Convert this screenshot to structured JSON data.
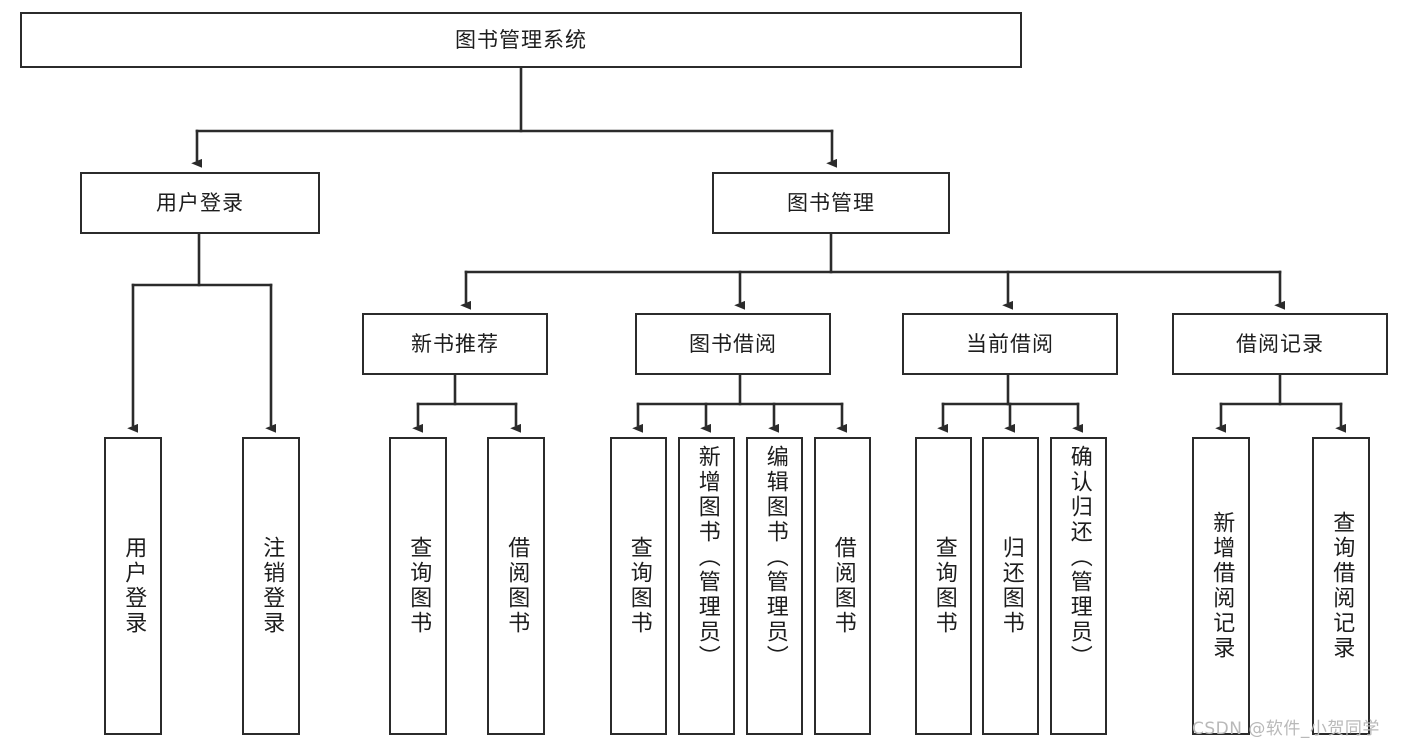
{
  "diagram": {
    "type": "tree",
    "title": "图书管理系统",
    "watermark": "CSDN @软件_小贺同学",
    "colors": {
      "box_border": "#2b2b2b",
      "box_fill": "#ffffff",
      "edge": "#2b2b2b",
      "text": "#1d1d1d",
      "watermark": "#b9b9b9",
      "background": "#ffffff"
    },
    "root": {
      "id": "root",
      "label": "图书管理系统"
    },
    "level2": [
      {
        "id": "user-login",
        "label": "用户登录"
      },
      {
        "id": "book-manage",
        "label": "图书管理"
      }
    ],
    "level3": [
      {
        "id": "new-book-recommend",
        "label": "新书推荐",
        "parent": "book-manage"
      },
      {
        "id": "book-borrow",
        "label": "图书借阅",
        "parent": "book-manage"
      },
      {
        "id": "current-borrow",
        "label": "当前借阅",
        "parent": "book-manage"
      },
      {
        "id": "borrow-record",
        "label": "借阅记录",
        "parent": "book-manage"
      }
    ],
    "leaves": {
      "user_login": [
        {
          "id": "leaf-user-login",
          "label": "用户登录"
        },
        {
          "id": "leaf-user-logout",
          "label": "注销登录"
        }
      ],
      "new_book_recommend": [
        {
          "id": "leaf-query-book-1",
          "label": "查询图书"
        },
        {
          "id": "leaf-borrow-book-1",
          "label": "借阅图书"
        }
      ],
      "book_borrow": [
        {
          "id": "leaf-query-book-2",
          "label": "查询图书"
        },
        {
          "id": "leaf-add-book",
          "label": "新增图书（管理员）"
        },
        {
          "id": "leaf-edit-book",
          "label": "编辑图书（管理员）"
        },
        {
          "id": "leaf-borrow-book-2",
          "label": "借阅图书"
        }
      ],
      "current_borrow": [
        {
          "id": "leaf-query-book-3",
          "label": "查询图书"
        },
        {
          "id": "leaf-return-book",
          "label": "归还图书"
        },
        {
          "id": "leaf-confirm-return",
          "label": "确认归还（管理员）"
        }
      ],
      "borrow_record": [
        {
          "id": "leaf-add-record",
          "label": "新增借阅记录"
        },
        {
          "id": "leaf-query-record",
          "label": "查询借阅记录"
        }
      ]
    }
  }
}
